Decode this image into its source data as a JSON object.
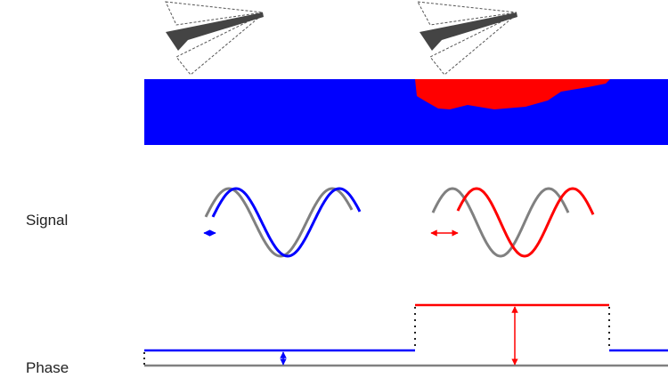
{
  "labels": {
    "signal": "Signal",
    "phase": "Phase"
  },
  "colors": {
    "sample": "#0000ff",
    "domain": "#ff0000",
    "reference": "#808080",
    "tip": "#444444",
    "dashed": "#555555",
    "background": "#ffffff"
  },
  "icons": [
    "cantilever-tip-icon",
    "cantilever-tip-icon"
  ],
  "regions": [
    "sample-surface",
    "domain-region"
  ],
  "traces": [
    "reference-wave",
    "shifted-wave",
    "phase-baseline",
    "phase-line"
  ]
}
